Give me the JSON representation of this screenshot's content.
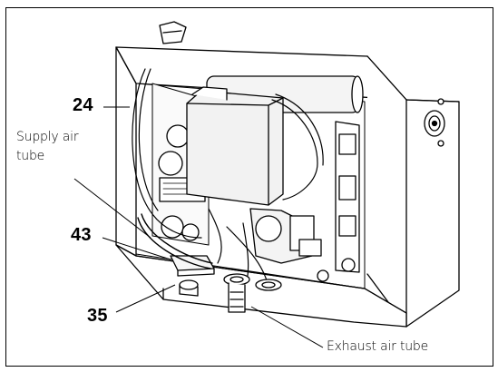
{
  "callouts": {
    "part_24": "24",
    "part_43": "43",
    "part_35": "35"
  },
  "labels": {
    "supply_line1": "Supply air",
    "supply_line2": "tube",
    "exhaust": "Exhaust air tube"
  },
  "colors": {
    "line": "#000000",
    "housing": "#ffffff",
    "component_fill": "#f2f2f2",
    "component_dark": "#d8d8d8"
  }
}
